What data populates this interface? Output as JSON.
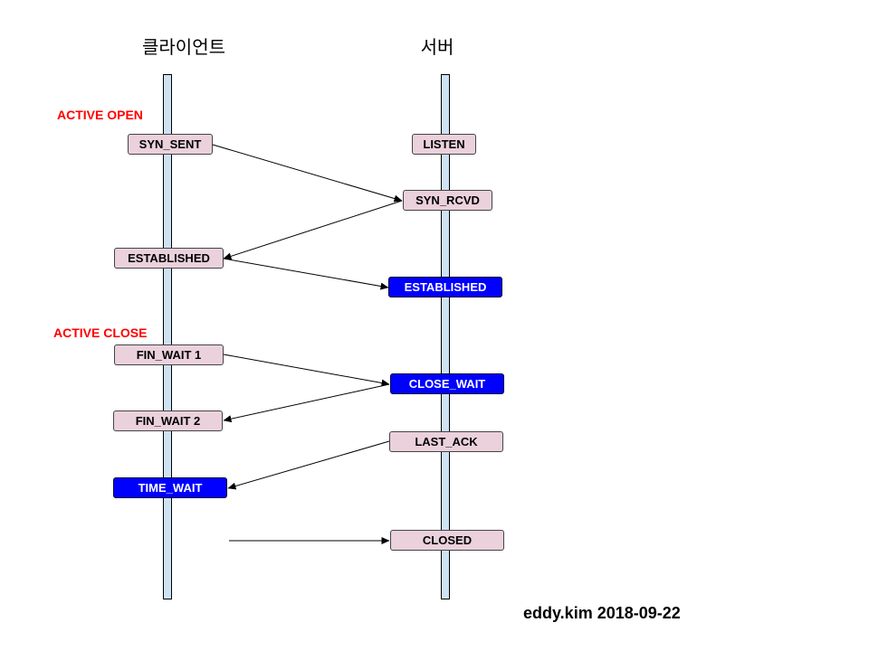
{
  "lanes": {
    "client": "클라이언트",
    "server": "서버"
  },
  "annotations": {
    "active_open": "ACTIVE OPEN",
    "active_close": "ACTIVE CLOSE"
  },
  "client_states": {
    "syn_sent": "SYN_SENT",
    "established": "ESTABLISHED",
    "fin_wait_1": "FIN_WAIT 1",
    "fin_wait_2": "FIN_WAIT 2",
    "time_wait": "TIME_WAIT"
  },
  "server_states": {
    "listen": "LISTEN",
    "syn_rcvd": "SYN_RCVD",
    "established": "ESTABLISHED",
    "close_wait": "CLOSE_WAIT",
    "last_ack": "LAST_ACK",
    "closed": "CLOSED"
  },
  "signature": "eddy.kim 2018-09-22",
  "colors": {
    "lifeline": "#cfe2f3",
    "state_box": "#ead1dc",
    "highlight_box": "#0000ff",
    "annotation": "#ff0000"
  }
}
